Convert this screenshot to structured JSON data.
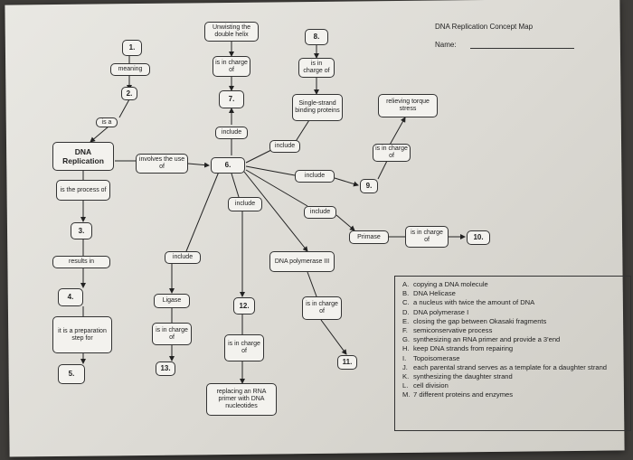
{
  "header": {
    "title": "DNA Replication Concept Map",
    "name_label": "Name:"
  },
  "nodes": {
    "unwinding": "Unwisting the double helix",
    "n1": "1.",
    "n8": "8.",
    "meaning": "meaning",
    "charge_a": "is in charge of",
    "charge_b": "is in charge of",
    "n2": "2.",
    "n7": "7.",
    "ssb": "Single-strand binding proteins",
    "relieving": "relieving torque stress",
    "isa": "is a",
    "include_a": "include",
    "include_b": "include",
    "charge_c": "is in charge of",
    "dna_rep": "DNA Replication",
    "involves": "involves the use of",
    "n6": "6.",
    "include_c": "include",
    "n9": "9.",
    "process": "is the process of",
    "include_d": "include",
    "include_e": "include",
    "n3": "3.",
    "primase": "Primase",
    "charge_d": "is in charge of",
    "n10": "10.",
    "results": "results in",
    "include_f": "include",
    "dnapol": "DNA polymerase III",
    "n4": "4.",
    "ligase": "Ligase",
    "n12": "12.",
    "charge_e": "is in charge of",
    "prep": "it is a preparation step for",
    "charge_f": "is in charge of",
    "charge_g": "is in charge of",
    "n11": "11.",
    "n5": "5.",
    "n13": "13.",
    "replacing": "replacing an RNA primer with DNA nucleotides"
  },
  "legend": [
    {
      "letter": "A.",
      "text": "copying a DNA molecule"
    },
    {
      "letter": "B.",
      "text": "DNA Helicase"
    },
    {
      "letter": "C.",
      "text": "a nucleus with twice the amount of DNA"
    },
    {
      "letter": "D.",
      "text": "DNA polymerase I"
    },
    {
      "letter": "E.",
      "text": "closing the gap between Okasaki fragments"
    },
    {
      "letter": "F.",
      "text": "semiconservative process"
    },
    {
      "letter": "G.",
      "text": "synthesizing an RNA primer and provide a 3'end"
    },
    {
      "letter": "H.",
      "text": "keep DNA strands from repairing"
    },
    {
      "letter": "I.",
      "text": "Topoisomerase"
    },
    {
      "letter": "J.",
      "text": "each parental strand serves as a template for a daughter strand"
    },
    {
      "letter": "K.",
      "text": "synthesizing the daughter strand"
    },
    {
      "letter": "L.",
      "text": "cell division"
    },
    {
      "letter": "M.",
      "text": "7 different proteins and enzymes"
    }
  ]
}
